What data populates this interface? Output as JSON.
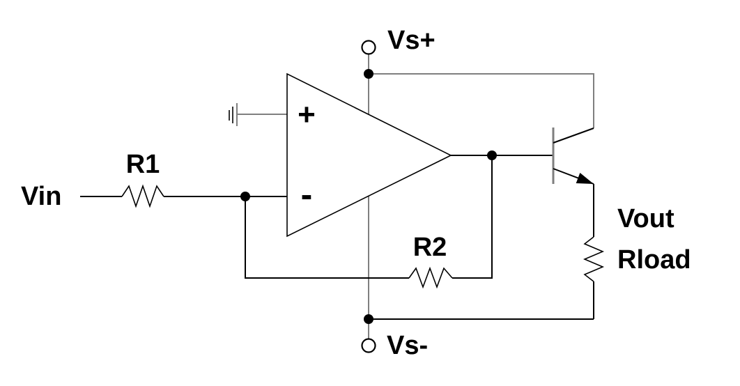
{
  "figure": {
    "type": "circuit-schematic",
    "description": "Inverting op-amp with NPN emitter-follower output stage driving a load resistor",
    "colors": {
      "ink": "#000000",
      "wire": "#7f7f7f",
      "bg": "#ffffff"
    },
    "labels": {
      "input": "Vin",
      "input_resistor": "R1",
      "feedback_resistor": "R2",
      "positive_supply": "Vs+",
      "negative_supply": "Vs-",
      "output": "Vout",
      "load_resistor": "Rload",
      "noninverting_input": "+",
      "inverting_input": "-"
    }
  }
}
